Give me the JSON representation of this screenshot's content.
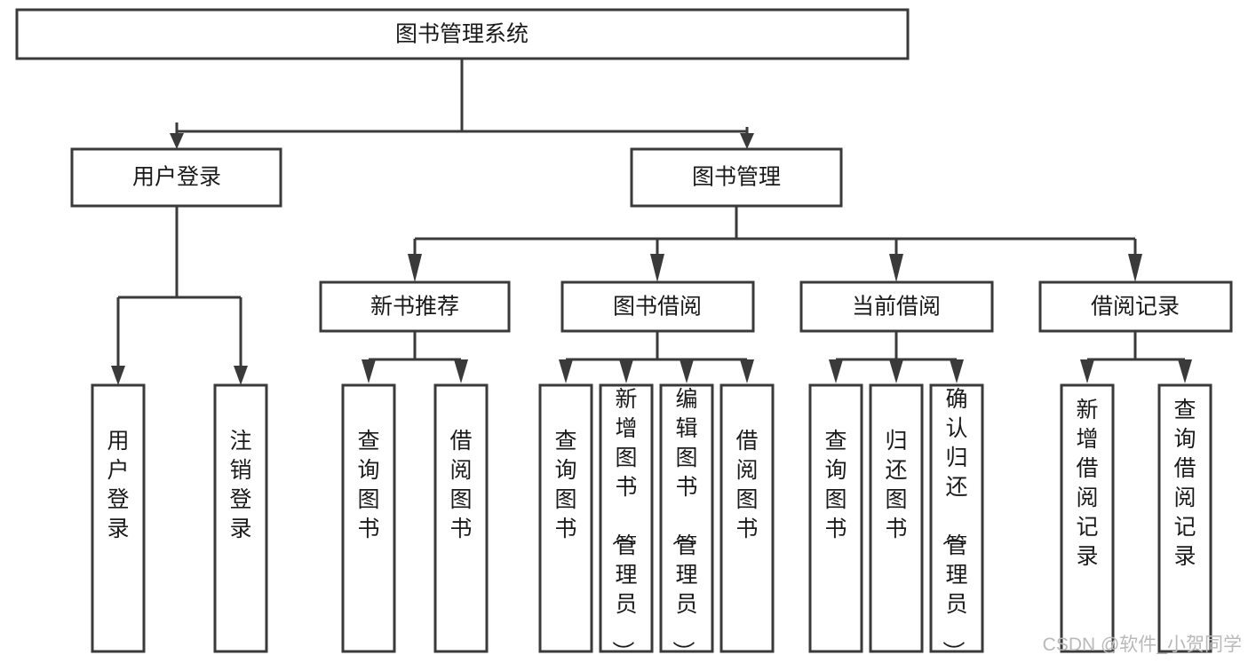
{
  "diagram": {
    "type": "tree-hierarchy-chart",
    "title": "图书管理系统",
    "orientation": "top-down",
    "box_fill": "#ffffff",
    "box_stroke": "#3a3a3a",
    "text_color": "#1a1a1a",
    "levels": [
      {
        "level": 1,
        "nodes": [
          {
            "id": "root",
            "label": "图书管理系统",
            "orientation": "horizontal"
          }
        ]
      },
      {
        "level": 2,
        "nodes": [
          {
            "id": "user-login",
            "label": "用户登录",
            "orientation": "horizontal",
            "parent": "root"
          },
          {
            "id": "book-manage",
            "label": "图书管理",
            "orientation": "horizontal",
            "parent": "root"
          }
        ]
      },
      {
        "level": 3,
        "nodes": [
          {
            "id": "new-book-recommend",
            "label": "新书推荐",
            "orientation": "horizontal",
            "parent": "book-manage"
          },
          {
            "id": "book-borrow",
            "label": "图书借阅",
            "orientation": "horizontal",
            "parent": "book-manage"
          },
          {
            "id": "current-borrow",
            "label": "当前借阅",
            "orientation": "horizontal",
            "parent": "book-manage"
          },
          {
            "id": "borrow-record",
            "label": "借阅记录",
            "orientation": "horizontal",
            "parent": "book-manage"
          }
        ]
      },
      {
        "level": 4,
        "nodes": [
          {
            "id": "leaf-user-login",
            "label": "用户登录",
            "orientation": "vertical",
            "parent": "user-login"
          },
          {
            "id": "leaf-logout-login",
            "label": "注销登录",
            "orientation": "vertical",
            "parent": "user-login"
          },
          {
            "id": "leaf-query-book-1",
            "label": "查询图书",
            "orientation": "vertical",
            "parent": "new-book-recommend"
          },
          {
            "id": "leaf-borrow-book-1",
            "label": "借阅图书",
            "orientation": "vertical",
            "parent": "new-book-recommend"
          },
          {
            "id": "leaf-query-book-2",
            "label": "查询图书",
            "orientation": "vertical",
            "parent": "book-borrow"
          },
          {
            "id": "leaf-add-book",
            "label": "新增图书（管理员）",
            "orientation": "vertical",
            "parent": "book-borrow"
          },
          {
            "id": "leaf-edit-book",
            "label": "编辑图书（管理员）",
            "orientation": "vertical",
            "parent": "book-borrow"
          },
          {
            "id": "leaf-borrow-book-2",
            "label": "借阅图书",
            "orientation": "vertical",
            "parent": "book-borrow"
          },
          {
            "id": "leaf-query-book-3",
            "label": "查询图书",
            "orientation": "vertical",
            "parent": "current-borrow"
          },
          {
            "id": "leaf-return-book",
            "label": "归还图书",
            "orientation": "vertical",
            "parent": "current-borrow"
          },
          {
            "id": "leaf-confirm-return",
            "label": "确认归还（管理员）",
            "orientation": "vertical",
            "parent": "current-borrow"
          },
          {
            "id": "leaf-add-record",
            "label": "新增借阅记录",
            "orientation": "vertical",
            "parent": "borrow-record"
          },
          {
            "id": "leaf-query-record",
            "label": "查询借阅记录",
            "orientation": "vertical",
            "parent": "borrow-record"
          }
        ]
      }
    ]
  },
  "watermark": {
    "text": "CSDN @软件_小贺同学",
    "color": "#b9b9b9"
  }
}
